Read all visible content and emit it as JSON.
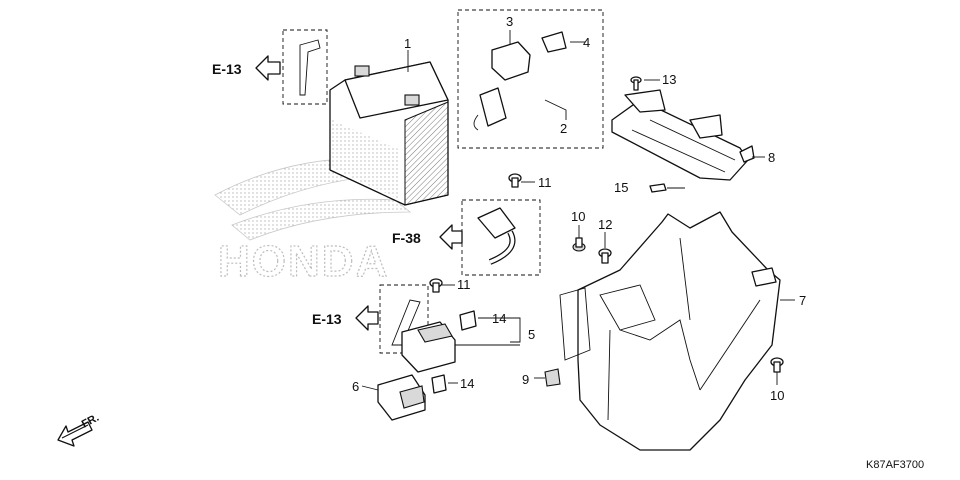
{
  "diagram": {
    "watermark_text": "HONDA",
    "diagram_code": "K87AF3700",
    "front_indicator": "FR.",
    "section_refs": [
      {
        "label": "E-13"
      },
      {
        "label": "F-38"
      },
      {
        "label": "E-13"
      }
    ],
    "callouts": [
      {
        "label": "1"
      },
      {
        "label": "2"
      },
      {
        "label": "3"
      },
      {
        "label": "4"
      },
      {
        "label": "5"
      },
      {
        "label": "6"
      },
      {
        "label": "7"
      },
      {
        "label": "8"
      },
      {
        "label": "9"
      },
      {
        "label": "10"
      },
      {
        "label": "10"
      },
      {
        "label": "11"
      },
      {
        "label": "11"
      },
      {
        "label": "12"
      },
      {
        "label": "13"
      },
      {
        "label": "14"
      },
      {
        "label": "14"
      },
      {
        "label": "15"
      }
    ]
  }
}
